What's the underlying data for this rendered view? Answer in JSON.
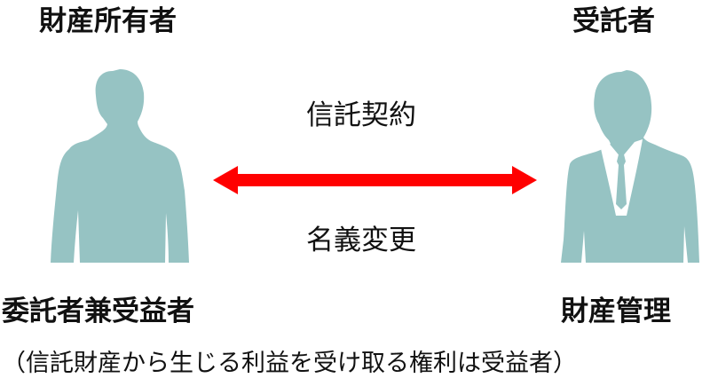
{
  "parties": {
    "left": {
      "top_label": "財産所有者",
      "bottom_label": "委託者兼受益者",
      "figure_icon": "person-silhouette-icon"
    },
    "right": {
      "top_label": "受託者",
      "bottom_label": "財産管理",
      "figure_icon": "businessman-silhouette-icon"
    }
  },
  "relation": {
    "above_arrow": "信託契約",
    "below_arrow": "名義変更",
    "arrow_icon": "double-arrow-icon",
    "arrow_color": "#ff0000"
  },
  "footnote": "（信託財産から生じる利益を受け取る権利は受益者）",
  "colors": {
    "figure": "#96c3c3",
    "text": "#111111",
    "background": "#ffffff"
  }
}
